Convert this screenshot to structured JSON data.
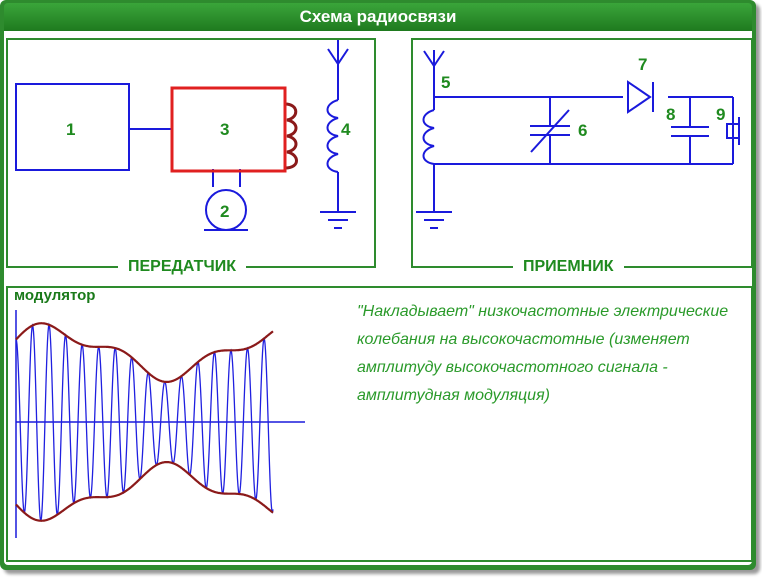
{
  "window": {
    "title": "Схема радиосвязи"
  },
  "transmitter": {
    "caption": "ПЕРЕДАТЧИК",
    "labels": {
      "block1": "1",
      "block3": "3",
      "microphone": "2",
      "coil": "4"
    }
  },
  "receiver": {
    "caption": "ПРИЕМНИК",
    "labels": {
      "antenna": "5",
      "capacitor": "6",
      "diode": "7",
      "capacitor2": "8",
      "headphone": "9"
    }
  },
  "modulator": {
    "label": "модулятор",
    "description": "\"Накладывает\" низкочастотные электрические колебания на высокочастотные (изменяет амплитуду высокочастотного сигнала - амплитудная модуляция)"
  },
  "colors": {
    "frame": "#2e8b2e",
    "wire": "#1a1adc",
    "transmitter_block": "#e02020",
    "envelope": "#8b1a1a",
    "text": "#1f8a1f"
  }
}
